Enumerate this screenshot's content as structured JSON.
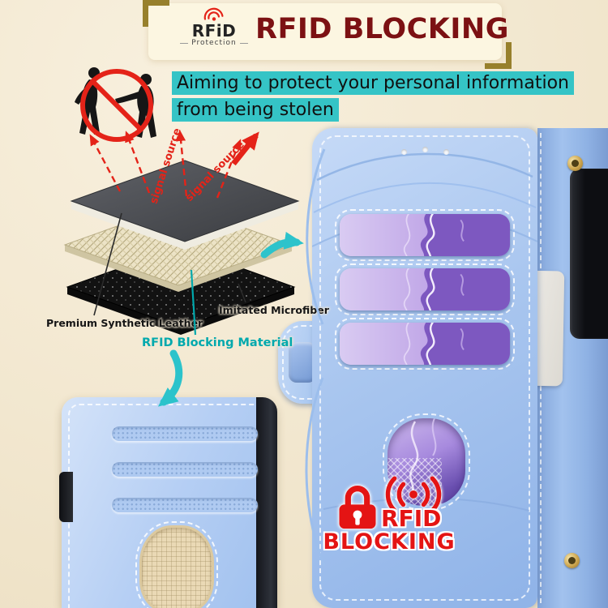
{
  "banner": {
    "title": "RFID BLOCKING",
    "logo_name": "RFiD",
    "logo_sub": "Protection"
  },
  "intro": {
    "line1": "Aiming to protect your personal information",
    "line2": "from being stolen"
  },
  "diagram": {
    "signal_label_1": "signal source",
    "signal_label_2": "signal source",
    "labels": {
      "leather": "Premium Synthetic Leather",
      "microfiber": "Imitated Microfiber",
      "rfid": "RFID Blocking Material"
    }
  },
  "badge": {
    "line1": "RFID",
    "line2": "BLOCKING"
  },
  "icons": {
    "rfid_waves": "radio-arcs",
    "prohibition": "circle-slash",
    "padlock": "red-lock",
    "signal_waves": "((o))"
  },
  "colors": {
    "background": "#f3e9d5",
    "banner_panel": "#fcf6e1",
    "title": "#7c1113",
    "bracket_gold": "#97802c",
    "highlight_cyan": "#35c4c6",
    "accent_red": "#e42318",
    "label_cyan": "#00a9ad",
    "case_blue": "#a9c6ef",
    "art_purple": "#8a67c6",
    "eyelet_gold": "#cda54e"
  }
}
